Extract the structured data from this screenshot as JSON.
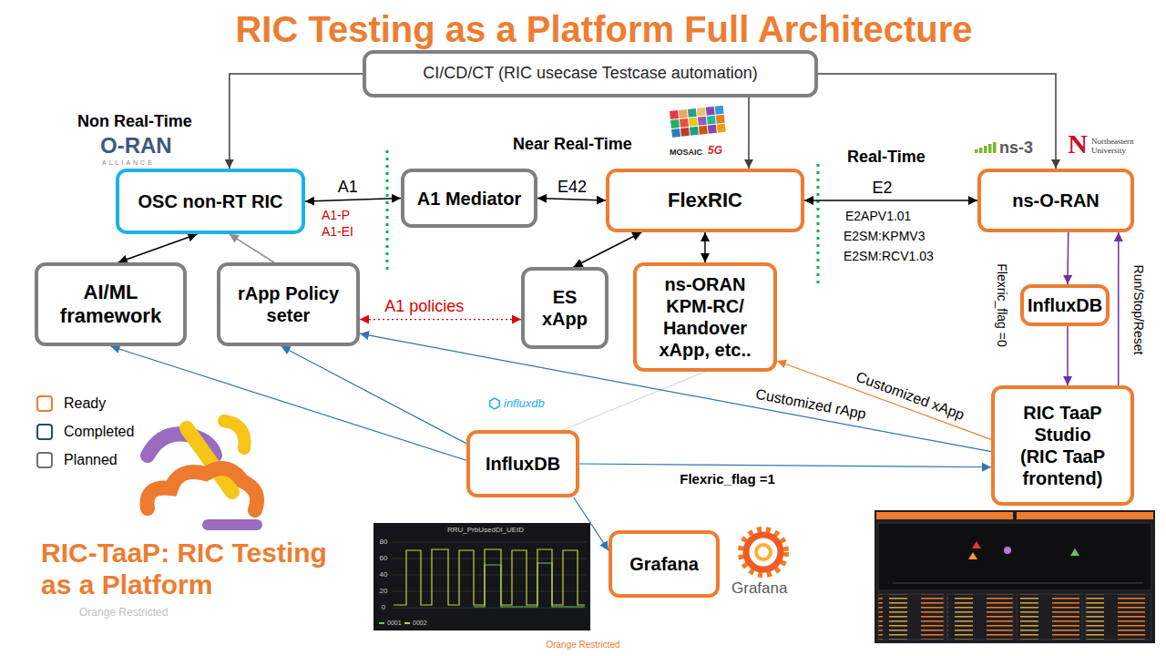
{
  "diagram": {
    "title": "RIC Testing as a Platform Full Architecture",
    "nodes": [
      {
        "text": [
          "CI/CD/CT (RIC usecase Testcase automation)"
        ]
      },
      {
        "text": [
          "OSC non-RT RIC"
        ]
      },
      {
        "text": [
          "A1 Mediator"
        ]
      },
      {
        "text": [
          "FlexRIC"
        ]
      },
      {
        "text": [
          "ns-O-RAN"
        ]
      },
      {
        "text": [
          "AI/ML framework"
        ]
      },
      {
        "text": [
          "rApp Policy seter"
        ]
      },
      {
        "text": [
          "ES xApp"
        ]
      },
      {
        "text": [
          "ns-ORAN KPM-RC/ Handover xApp, etc.."
        ]
      },
      {
        "text": [
          "InfluxDB"
        ]
      },
      {
        "text": [
          "RIC TaaP Studio (RIC TaaP frontend)"
        ]
      },
      {
        "text": [
          "InfluxDB"
        ]
      },
      {
        "text": [
          "Grafana"
        ]
      }
    ],
    "edges": [
      {
        "from": 0,
        "to": 1,
        "arrow": "to"
      },
      {
        "from": 0,
        "to": 3,
        "arrow": "to"
      },
      {
        "from": 0,
        "to": 4,
        "arrow": "to"
      },
      {
        "from": 1,
        "to": 2,
        "label": "A1",
        "arrow": "both"
      },
      {
        "from": 2,
        "to": 3,
        "label": "E42",
        "arrow": "both"
      },
      {
        "from": 3,
        "to": 4,
        "label": "E2",
        "arrow": "both"
      },
      {
        "from": 1,
        "to": 5,
        "arrow": "both"
      },
      {
        "from": 6,
        "to": 1,
        "arrow": "to"
      },
      {
        "from": 3,
        "to": 7,
        "arrow": "both"
      },
      {
        "from": 3,
        "to": 8,
        "arrow": "both"
      },
      {
        "from": 6,
        "to": 7,
        "label": "A1 policies",
        "arrow": "both"
      },
      {
        "from": 4,
        "to": 9,
        "label": "Flexric_flag =0",
        "arrow": "to"
      },
      {
        "from": 9,
        "to": 10,
        "arrow": "to"
      },
      {
        "from": 10,
        "to": 4,
        "label": "Run/Stop/Reset",
        "arrow": "to"
      },
      {
        "from": 11,
        "to": 5,
        "arrow": "to"
      },
      {
        "from": 11,
        "to": 6,
        "arrow": "to"
      },
      {
        "from": 11,
        "to": 8,
        "arrow": "none"
      },
      {
        "from": 11,
        "to": 10,
        "label": "Flexric_flag =1",
        "arrow": "to"
      },
      {
        "from": 11,
        "to": 12,
        "arrow": "to"
      },
      {
        "from": 10,
        "to": 6,
        "label": "Customized rApp",
        "arrow": "to"
      },
      {
        "from": 10,
        "to": 8,
        "label": "Customized xApp",
        "arrow": "to"
      }
    ],
    "labels": [
      "Non Real-Time",
      "O-RAN",
      "ALLIANCE",
      "Near Real-Time",
      "MOSAIC",
      "5G",
      "Real-Time",
      "ns-3",
      "N",
      "Northeastern University",
      "A1-P",
      "A1-EI",
      "E2APV1.01",
      "E2SM:KPMV3",
      "E2SM:RCV1.03",
      "influxdb",
      "RIC-TaaP: RIC Testing as a Platform",
      "Orange Restricted",
      "Orange Restricted",
      "RRU_PrbUsedDl_UEID",
      "80",
      "60",
      "40",
      "20",
      "0",
      "0001",
      "0002",
      "Grafana"
    ],
    "legend": [
      {
        "text": "Ready",
        "color": "#ed7d31"
      },
      {
        "text": "Completed",
        "color": "#1f4e79"
      },
      {
        "text": "Planned",
        "color": "#767171"
      }
    ]
  }
}
